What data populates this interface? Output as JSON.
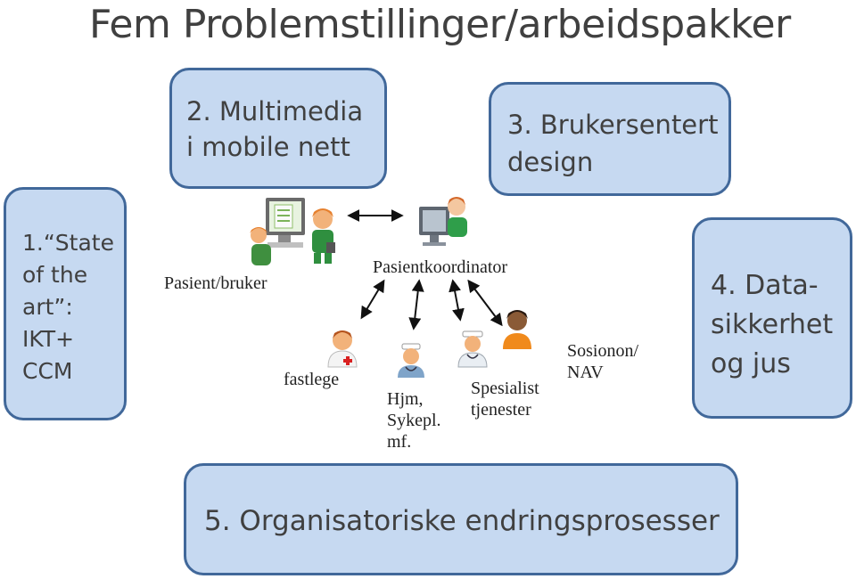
{
  "title": "Fem Problemstillinger/arbeidspakker",
  "boxes": {
    "state_of_art": "1.“State\nof the\nart”:\nIKT+\nCCM",
    "multimedia": "2. Multimedia\ni mobile nett",
    "brukersentert": "3. Brukersentert\ndesign",
    "datasikkerhet": "4. Data-\nsikkerhet\n og jus",
    "organisatoriske": "5. Organisatoriske endringsprosesser"
  },
  "labels": {
    "pasient": "Pasient/bruker",
    "koordinator": "Pasientkoordinator",
    "fastlege": "fastlege",
    "hjm": "Hjm,\nSykepl.\nmf.",
    "spesialist": "Spesialist\ntjenester",
    "sosionon": "Sosionon/\nNAV"
  },
  "icons": {
    "patient_workstation": "patient-at-computer-icon",
    "coordinator": "coordinator-at-computer-icon",
    "doctor": "doctor-icon",
    "nurse": "nurse-icon",
    "specialist": "specialist-icon",
    "social_worker": "social-worker-icon"
  },
  "colors": {
    "box_fill": "#c6d9f1",
    "box_border": "#41689a",
    "title_text": "#404040"
  }
}
